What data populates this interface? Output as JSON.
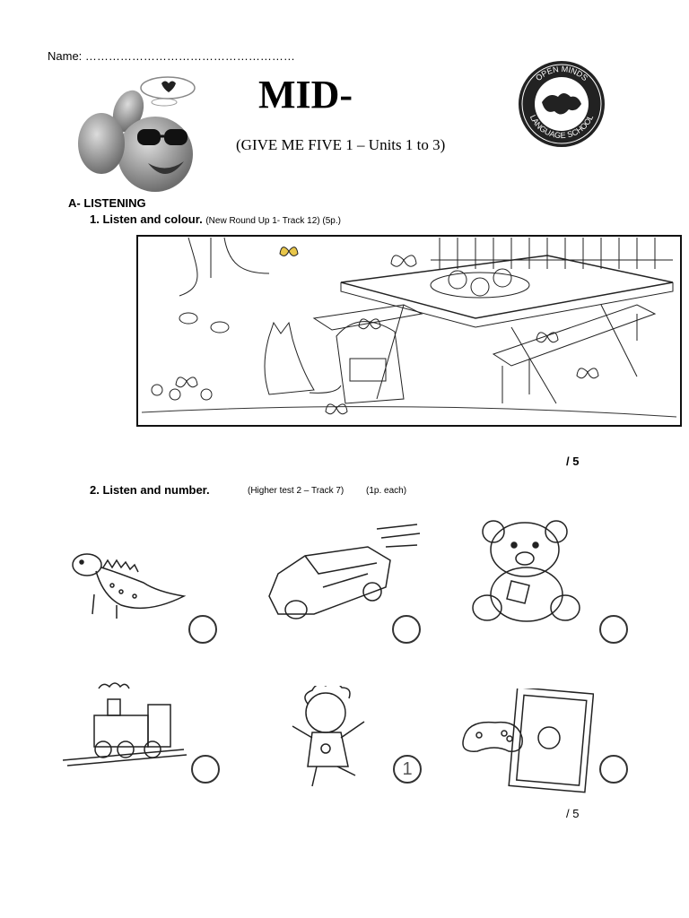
{
  "header": {
    "name_label": "Name: ………………………………………………",
    "title": "MID-",
    "subtitle": "(GIVE ME FIVE 1 – Units 1 to 3)",
    "logo_text": "OPEN MINDS LANGUAGE SCHOOL"
  },
  "section_a": {
    "heading": "A-  LISTENING",
    "q1": {
      "label": "1.   Listen and colour.",
      "note": "(New Round Up 1- Track 12)  (5p.)",
      "score": "/ 5"
    },
    "q2": {
      "label": "2.   Listen and number.",
      "note_source": "(Higher test 2 – Track 7)",
      "note_points": "(1p. each)",
      "score": "/ 5",
      "items": [
        {
          "name": "dinosaur",
          "answer": ""
        },
        {
          "name": "car",
          "answer": ""
        },
        {
          "name": "teddy-bear",
          "answer": ""
        },
        {
          "name": "train",
          "answer": ""
        },
        {
          "name": "doll",
          "answer": "1"
        },
        {
          "name": "video-game",
          "answer": ""
        }
      ]
    }
  }
}
